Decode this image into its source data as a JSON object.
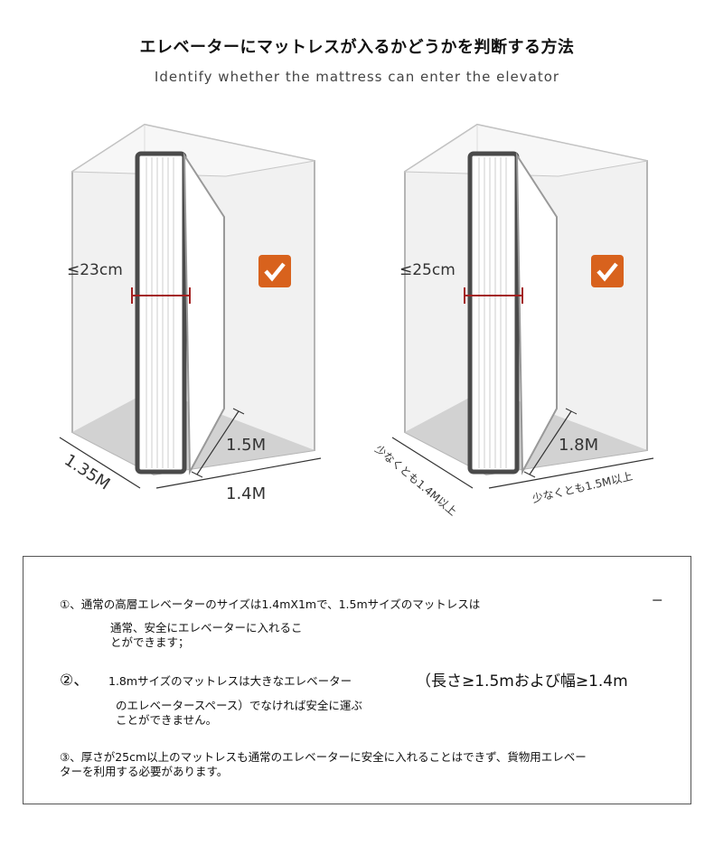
{
  "header": {
    "title": "エレベーターにマットレスが入るかどうかを判断する方法",
    "subtitle": "Identify whether the mattress can enter the elevator"
  },
  "diagrams": [
    {
      "thickness": "≤23cm",
      "height": "1.5M",
      "depth": "1.35M",
      "width": "1.4M",
      "ok": true
    },
    {
      "thickness": "≤25cm",
      "height": "1.8M",
      "depth": "少なくとも1.4M以上",
      "width": "少なくとも1.5M以上",
      "ok": true
    }
  ],
  "colors": {
    "check": "#d8621d",
    "measure": "#a31f1f",
    "mattress_edge": "#4a4a4a"
  },
  "notes": {
    "n1_line1": "①、通常の高層エレベーターのサイズは1.4mX1mで、1.5mサイズのマットレスは",
    "n1_line2": "通常、安全にエレベーターに入れるこ",
    "n1_line3": "とができます；",
    "n1_dash": "ー",
    "n2_num": "②、",
    "n2_line1": "1.8mサイズのマットレスは大きなエレベーター",
    "n2_line1b": "（長さ≥1.5mおよび幅≥1.4m",
    "n2_line2": "のエレベータースペース）でなければ安全に運ぶ",
    "n2_line3": "ことができません。",
    "n3_line1": "③、厚さが25cm以上のマットレスも通常のエレベーターに安全に入れることはできず、貨物用エレベー",
    "n3_line2": "ターを利用する必要があります。"
  }
}
